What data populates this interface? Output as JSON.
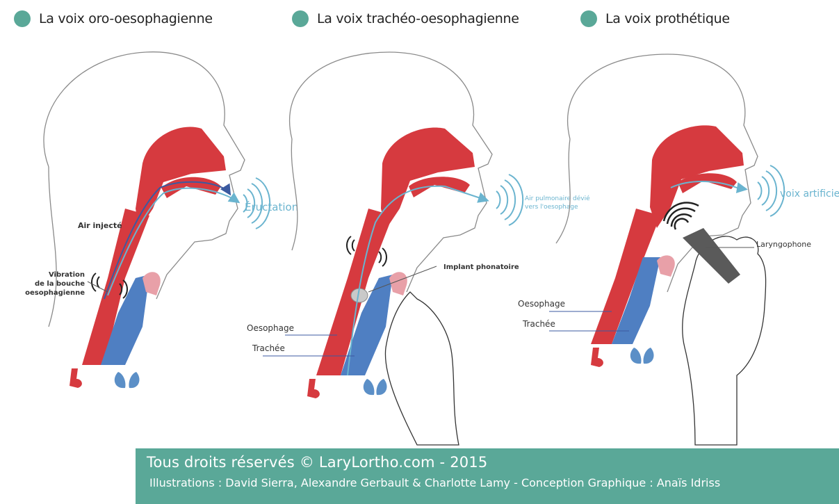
{
  "panels": [
    {
      "title": "La voix oro-oesophagienne",
      "labels": {
        "air_injecte": "Air injecté",
        "vibration_1": "Vibration",
        "vibration_2": "de la bouche",
        "vibration_3": "oesophagienne",
        "eructation": "Éructation"
      }
    },
    {
      "title": "La voix trachéo-oesophagienne",
      "labels": {
        "air_line1": "Air pulmonaire dévié",
        "air_line2": "vers l'oesophage",
        "implant": "Implant phonatoire",
        "oesophage": "Oesophage",
        "trachee": "Trachée"
      }
    },
    {
      "title": "La voix prothétique",
      "labels": {
        "voix": "voix artificielle",
        "laryngophone": "Laryngophone",
        "oesophage": "Oesophage",
        "trachee": "Trachée"
      }
    }
  ],
  "footer": {
    "line1": "Tous droits réservés © LaryLortho.com - 2015",
    "line2": "Illustrations : David Sierra, Alexandre Gerbault & Charlotte Lamy - Conception Graphique : Anaïs Idriss"
  },
  "colors": {
    "accent": "#5aa898",
    "oesophagus_red": "#d63a3f",
    "trachea_blue": "#4f7fc2",
    "airflow": "#6ab4cf",
    "outline": "#8a8a8a"
  }
}
